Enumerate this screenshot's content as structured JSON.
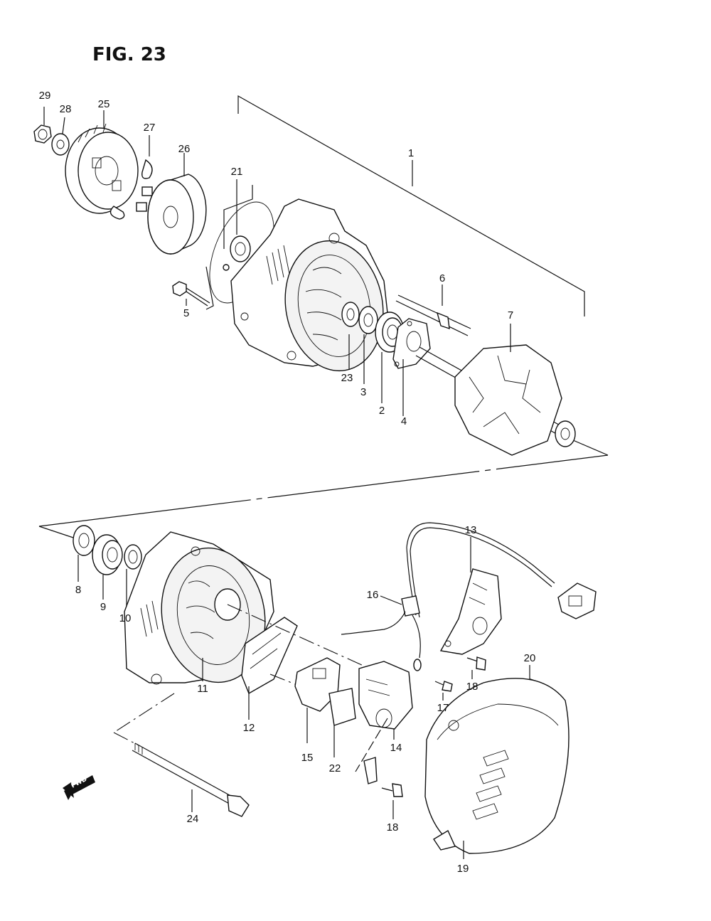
{
  "figure": {
    "title": "FIG. 23"
  },
  "callouts": {
    "p1": "1",
    "p2": "2",
    "p3": "3",
    "p4": "4",
    "p5": "5",
    "p6": "6",
    "p7": "7",
    "p8": "8",
    "p9": "9",
    "p10": "10",
    "p11": "11",
    "p12": "12",
    "p13": "13",
    "p14": "14",
    "p15": "15",
    "p16": "16",
    "p17": "17",
    "p18a": "18",
    "p18b": "18",
    "p19": "19",
    "p20": "20",
    "p21": "21",
    "p22": "22",
    "p23": "23",
    "p24": "24",
    "p25": "25",
    "p26": "26",
    "p27": "27",
    "p28": "28",
    "p29": "29"
  },
  "direction_arrow": {
    "label": "FWD",
    "icon": "fwd-arrow-icon"
  }
}
